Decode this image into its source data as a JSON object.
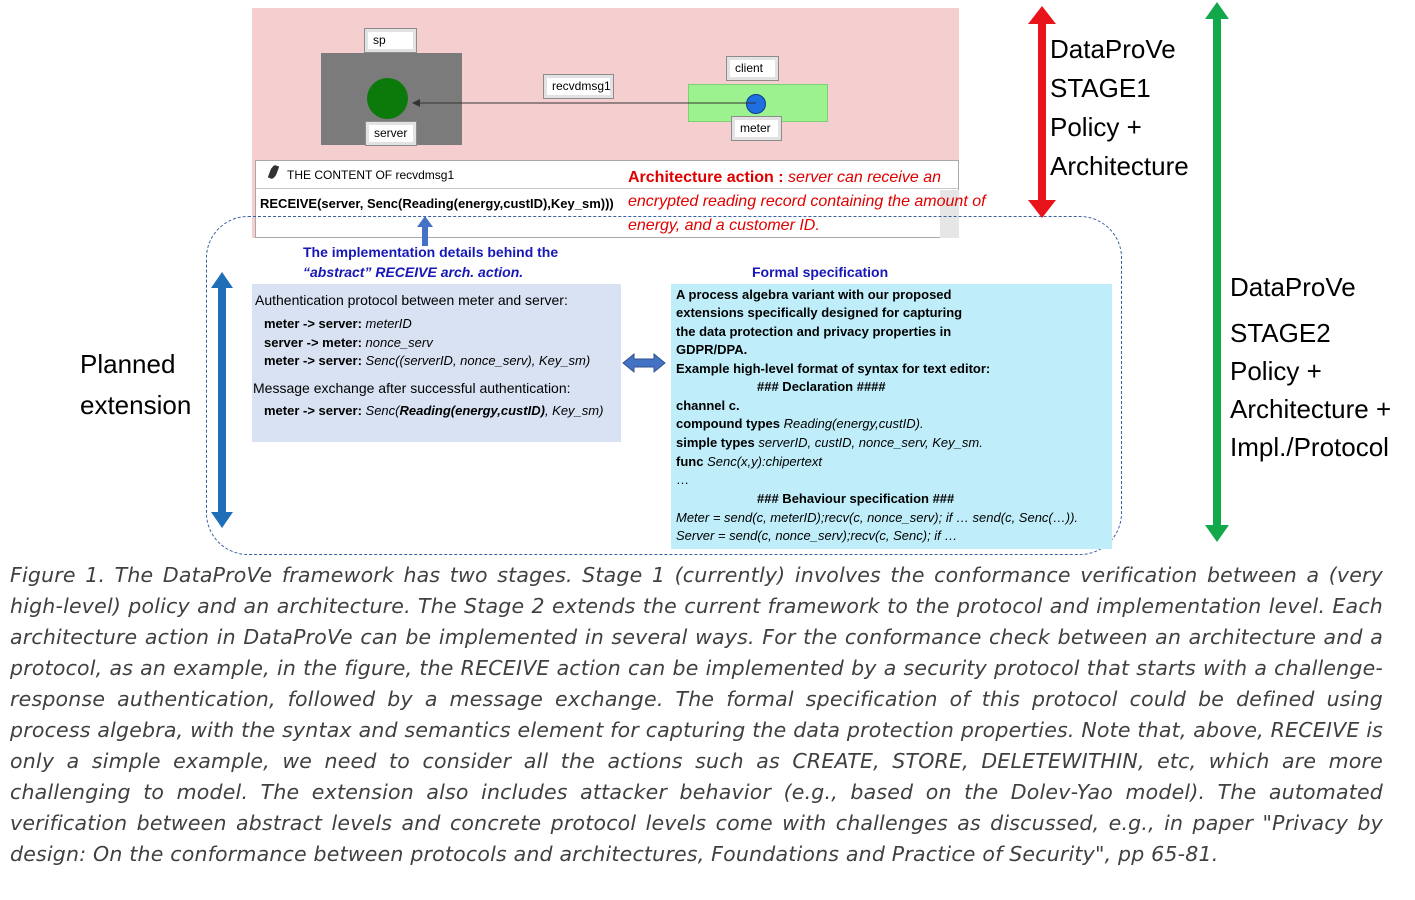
{
  "architecture": {
    "nodes": {
      "sp": "sp",
      "server": "server",
      "client": "client",
      "meter": "meter"
    },
    "channel_label": "recvdmsg1",
    "content_window": {
      "title": "THE CONTENT OF recvdmsg1",
      "code": "RECEIVE(server, Senc(Reading(energy,custID),Key_sm)))"
    },
    "action_note": {
      "label": "Architecture action :",
      "text": " server can receive an encrypted reading record containing the amount of energy, and a customer ID."
    }
  },
  "implementation": {
    "heading_line1": "The implementation details behind the",
    "heading_line2": "“abstract” RECEIVE arch. action.",
    "auth_title": "Authentication protocol between meter and server:",
    "auth_lines": [
      {
        "bold": "meter -> server:",
        "italic": "  meterID"
      },
      {
        "bold": "server -> meter:",
        "italic": " nonce_serv"
      },
      {
        "bold": "meter -> server:",
        "italic": " Senc((serverID, nonce_serv), Key_sm)"
      }
    ],
    "msg_title": "Message exchange after successful authentication:",
    "msg_line": {
      "bold": "meter -> server:",
      "italic_pre": " Senc(",
      "bold_italic": "Reading(energy,custID)",
      "italic_post": ", Key_sm)"
    }
  },
  "formal": {
    "title": "Formal specification",
    "intro": [
      "A process algebra variant with our proposed",
      "extensions specifically designed for capturing",
      "the data protection and privacy properties in",
      "GDPR/DPA.",
      "Example high-level format of syntax for text editor:"
    ],
    "declaration_heading": "### Declaration ####",
    "channel": "channel c.",
    "compound_label": "compound types",
    "compound_value": " Reading(energy,custID).",
    "simple_label": "simple types",
    "simple_value": " serverID, custID, nonce_serv, Key_sm.",
    "func_label": "func",
    "func_value": " Senc(x,y):chipertext",
    "ellipsis": "…",
    "behaviour_heading": "### Behaviour specification ###",
    "meter_spec": "Meter = send(c, meterID);recv(c, nonce_serv); if … send(c, Senc(…)).",
    "server_spec": "Server = send(c, nonce_serv);recv(c, Senc); if …"
  },
  "planned_extension": [
    "Planned",
    "extension"
  ],
  "stage1": [
    "DataProVe",
    "STAGE1",
    "Policy +",
    "Architecture"
  ],
  "stage2": [
    "DataProVe",
    "STAGE2",
    "Policy +",
    "Architecture +",
    "Impl./Protocol"
  ],
  "caption": "Figure 1. The DataProVe framework has two stages. Stage 1 (currently) involves the conformance verification between a (very high-level) policy and an architecture. The Stage 2 extends the current framework to the protocol and implementation level. Each architecture action in DataProVe can be implemented in several ways. For the conformance check between an architecture and a protocol, as an example, in the figure, the RECEIVE action can be implemented by a security protocol that starts with a challenge-response authentication, followed by a message exchange. The formal specification of this protocol could be defined using process algebra, with the syntax and semantics element for capturing the data protection properties. Note that, above, RECEIVE is only a simple example, we need to consider all the actions such as CREATE, STORE, DELETEWITHIN, etc, which are more challenging to model. The extension also includes attacker behavior (e.g., based on the Dolev-Yao model). The automated verification between abstract levels and concrete protocol levels come with challenges as discussed, e.g., in paper \"Privacy by design: On the conformance between protocols and architectures, Foundations and Practice of Security\", pp 65-81.",
  "colors": {
    "stage1_arrow": "#e8141b",
    "stage2_arrow": "#13a84a",
    "planned_arrow": "#1f6fb8",
    "arch_panel": "#f5cfcf",
    "action_text": "#e00000",
    "heading_blue": "#1717b8",
    "auth_box": "#d9e2f3",
    "formal_box": "#bfeefa"
  }
}
